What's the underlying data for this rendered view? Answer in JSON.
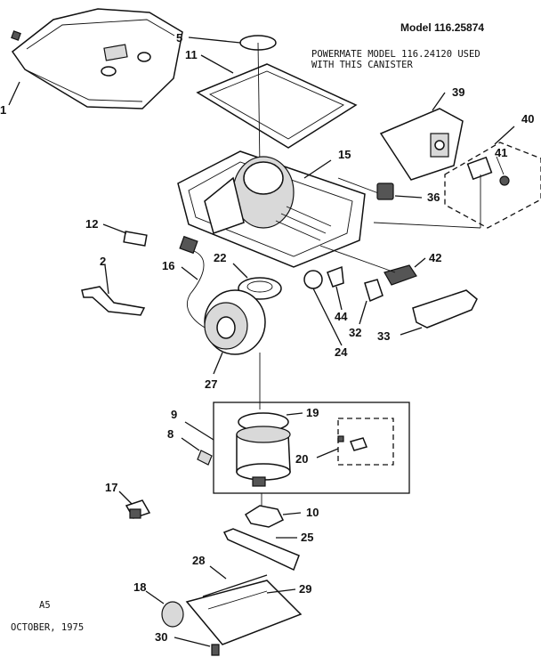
{
  "header": {
    "model": "Model 116.25874",
    "note_line1": "POWERMATE MODEL 116.24120 USED",
    "note_line2": "WITH THIS CANISTER"
  },
  "footer": {
    "code": "A5",
    "date": "OCTOBER, 1975"
  },
  "callouts": {
    "c1": "1",
    "c2": "2",
    "c5": "5",
    "c8": "8",
    "c9": "9",
    "c10": "10",
    "c11": "11",
    "c12": "12",
    "c15": "15",
    "c16": "16",
    "c17": "17",
    "c18": "18",
    "c19": "19",
    "c20": "20",
    "c22": "22",
    "c24": "24",
    "c25": "25",
    "c27": "27",
    "c28": "28",
    "c29": "29",
    "c30": "30",
    "c32": "32",
    "c33": "33",
    "c36": "36",
    "c39": "39",
    "c40": "40",
    "c41": "41",
    "c42": "42",
    "c44": "44"
  }
}
